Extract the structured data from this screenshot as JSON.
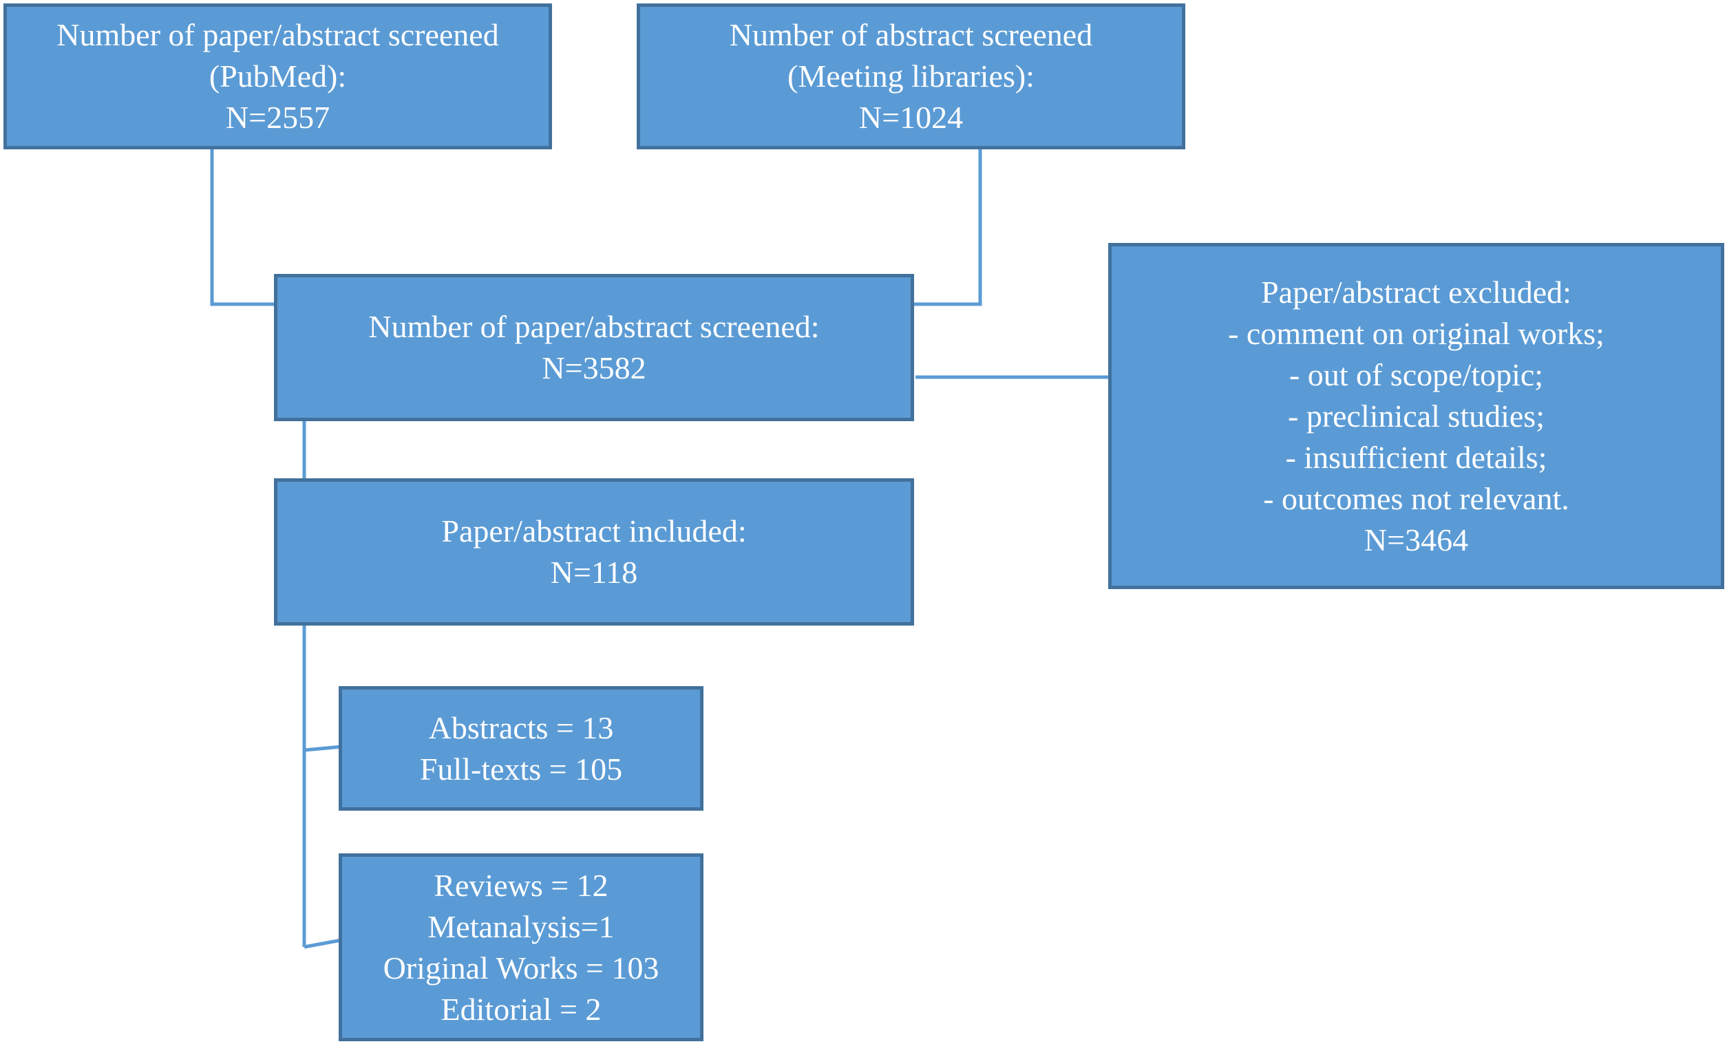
{
  "boxes": {
    "pubmed": {
      "lines": [
        "Number of paper/abstract screened",
        "(PubMed):",
        "N=2557"
      ]
    },
    "meeting": {
      "lines": [
        "Number of abstract screened",
        "(Meeting libraries):",
        "N=1024"
      ]
    },
    "screened_total": {
      "lines": [
        "Number of paper/abstract screened:",
        "N=3582"
      ]
    },
    "excluded": {
      "lines": [
        "Paper/abstract excluded:",
        "- comment on original works;",
        "- out of scope/topic;",
        "- preclinical studies;",
        "- insufficient details;",
        "- outcomes not relevant.",
        "N=3464"
      ]
    },
    "included": {
      "lines": [
        "Paper/abstract included:",
        "N=118"
      ]
    },
    "format_split": {
      "lines": [
        "Abstracts = 13",
        "Full-texts = 105"
      ]
    },
    "type_split": {
      "lines": [
        "Reviews = 12",
        "Metanalysis=1",
        "Original Works = 103",
        "Editorial = 2"
      ]
    }
  },
  "colors": {
    "box_fill": "#5b9bd5",
    "box_border": "#41719c",
    "connector": "#5b9bd5",
    "text": "#ffffff"
  }
}
